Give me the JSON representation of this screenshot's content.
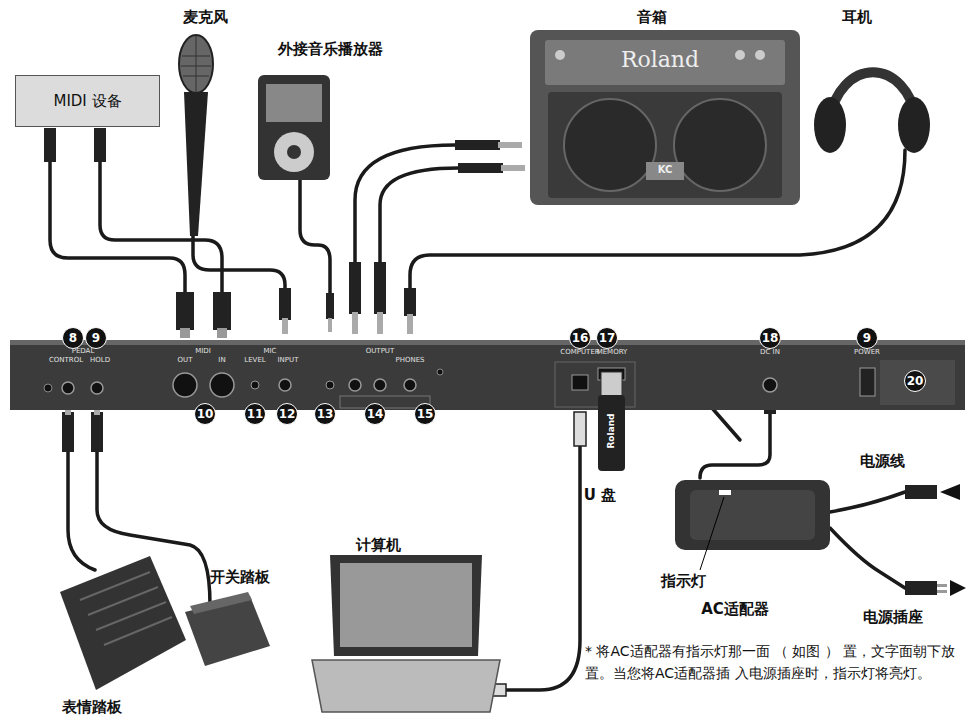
{
  "diagram": {
    "nodes": [
      {
        "text": [
          "MIDI 设备"
        ]
      }
    ],
    "labels": [
      "麦克风",
      "外接音乐播放器",
      "音箱",
      "Roland",
      "KC",
      "耳机",
      "8",
      "9",
      "10",
      "11",
      "12",
      "13",
      "14",
      "15",
      "16",
      "17",
      "18",
      "9",
      "20",
      "PEDAL",
      "CONTROL",
      "HOLD",
      "MIDI",
      "OUT",
      "IN",
      "MIC",
      "LEVEL",
      "INPUT",
      "OUTPUT",
      "PHONES",
      "COMPUTER",
      "MEMORY",
      "DC IN",
      "POWER",
      "U 盘",
      "Roland",
      "计算机",
      "电源线",
      "指示灯",
      "AC适配器",
      "电源插座",
      "开关踏板",
      "表情踏板",
      "* 将AC适配器有指示灯那一面 （ 如图 ） 置，文字面朝下放置。当您将AC适配器插 入电源插座时，指示灯将亮灯。"
    ]
  }
}
